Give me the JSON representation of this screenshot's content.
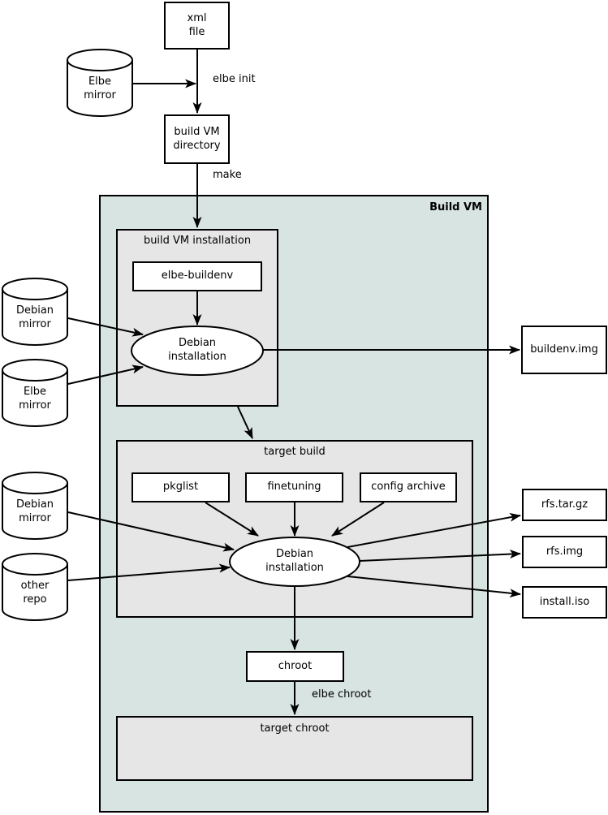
{
  "diagram": {
    "region_title": "Build VM",
    "colors": {
      "vm_background": "#d8e4e2",
      "group_background": "#e6e6e6",
      "node_background": "#ffffff",
      "line": "#000000"
    },
    "nodes": {
      "xml_file": "xml\nfile",
      "elbe_mirror_top": "Elbe\nmirror",
      "build_vm_directory": "build VM\ndirectory",
      "build_vm_installation": "build VM installation",
      "elbe_buildenv": "elbe-buildenv",
      "debian_installation_1": "Debian\ninstallation",
      "buildenv_img": "buildenv.img",
      "debian_mirror_mid": "Debian\nmirror",
      "elbe_mirror_mid": "Elbe\nmirror",
      "target_build": "target build",
      "pkglist": "pkglist",
      "finetuning": "finetuning",
      "config_archive": "config archive",
      "debian_installation_2": "Debian\ninstallation",
      "debian_mirror_bottom": "Debian\nmirror",
      "other_repo": "other\nrepo",
      "rfs_tar_gz": "rfs.tar.gz",
      "rfs_img": "rfs.img",
      "install_iso": "install.iso",
      "chroot": "chroot",
      "target_chroot": "target chroot"
    },
    "edge_labels": {
      "elbe_init": "elbe init",
      "make": "make",
      "elbe_chroot": "elbe chroot"
    }
  }
}
